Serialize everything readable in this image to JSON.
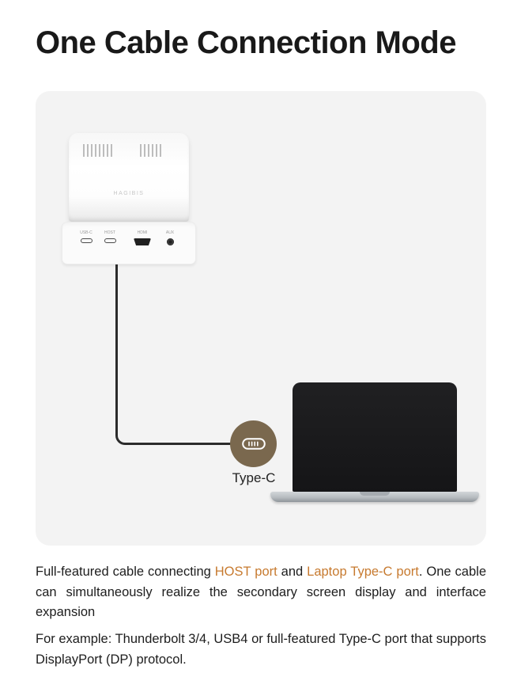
{
  "page": {
    "title": "One Cable Connection Mode"
  },
  "diagram": {
    "dock": {
      "brand": "HAGIBIS",
      "port_labels": [
        "USB-C",
        "HOST",
        "HDMI",
        "AUX"
      ]
    },
    "connector": {
      "label": "Type-C"
    },
    "colors": {
      "panel_bg": "#F3F3F3",
      "connector_circle": "#7A684E",
      "cable": "#2B2B2B",
      "laptop_screen": "#1B1B1D",
      "highlight": "#C77A2F"
    }
  },
  "description": {
    "p1": {
      "part1": "Full-featured cable connecting ",
      "highlight1": "HOST port",
      "part2": " and ",
      "highlight2": "Laptop Type-C port",
      "part3": ". One cable can simultaneously realize the secondary screen display and interface expansion"
    },
    "p2": "For example: Thunderbolt 3/4, USB4 or full-featured Type-C port that supports DisplayPort (DP) protocol."
  }
}
